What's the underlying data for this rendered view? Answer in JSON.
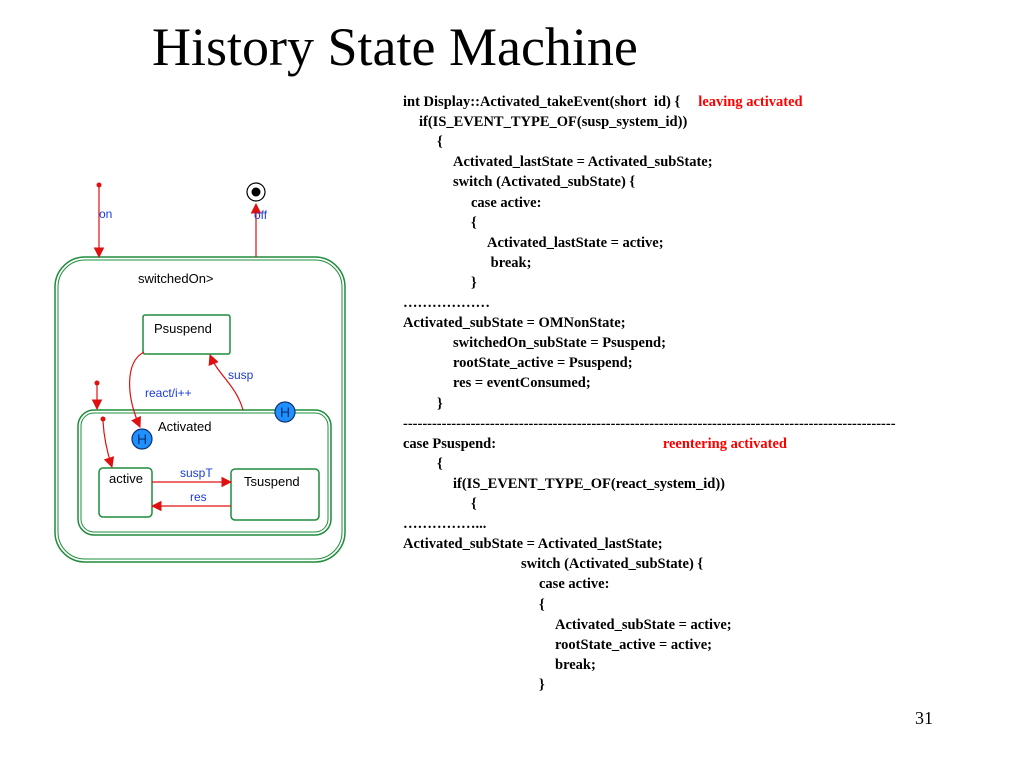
{
  "slide": {
    "title": "History State Machine",
    "page_number": "31"
  },
  "diagram": {
    "colors": {
      "state_border": "#1e8c3c",
      "transition": "#e01010",
      "history_fill": "#1e90ff",
      "label": "#1a3cdc"
    },
    "states": {
      "switchedOn": "switchedOn>",
      "psuspend": "Psuspend",
      "activated": "Activated",
      "active": "active",
      "tsuspend": "Tsuspend"
    },
    "history_label": "H",
    "transitions": {
      "on": "on",
      "off": "off",
      "react": "react/i++",
      "susp": "susp",
      "suspT": "suspT",
      "res": "res"
    }
  },
  "code": {
    "lines": [
      {
        "indent": 0,
        "text": "int Display::Activated_takeEvent(short  id) {",
        "note": "     leaving activated"
      },
      {
        "indent": 16,
        "text": "if(IS_EVENT_TYPE_OF(susp_system_id))"
      },
      {
        "indent": 34,
        "text": "{"
      },
      {
        "indent": 50,
        "text": "Activated_lastState = Activated_subState;"
      },
      {
        "indent": 50,
        "text": "switch (Activated_subState) {"
      },
      {
        "indent": 68,
        "text": "case active:"
      },
      {
        "indent": 68,
        "text": "{"
      },
      {
        "indent": 84,
        "text": "Activated_lastState = active;"
      },
      {
        "indent": 84,
        "text": " break;"
      },
      {
        "indent": 68,
        "text": "}"
      },
      {
        "indent": 0,
        "text": "………………"
      },
      {
        "indent": 0,
        "text": "Activated_subState = OMNonState;"
      },
      {
        "indent": 50,
        "text": "switchedOn_subState = Psuspend;"
      },
      {
        "indent": 50,
        "text": "rootState_active = Psuspend;"
      },
      {
        "indent": 50,
        "text": "res = eventConsumed;"
      },
      {
        "indent": 34,
        "text": "}"
      },
      {
        "indent": 0,
        "text": "------------------------------------------------------------------------------------------------------"
      },
      {
        "indent": 0,
        "text": "case Psuspend:",
        "note": "                                              reentering activated"
      },
      {
        "indent": 34,
        "text": "{"
      },
      {
        "indent": 50,
        "text": "if(IS_EVENT_TYPE_OF(react_system_id))"
      },
      {
        "indent": 68,
        "text": "{"
      },
      {
        "indent": 0,
        "text": "……………..."
      },
      {
        "indent": 0,
        "text": "Activated_subState = Activated_lastState;"
      },
      {
        "indent": 118,
        "text": "switch (Activated_subState) {"
      },
      {
        "indent": 136,
        "text": "case active:"
      },
      {
        "indent": 136,
        "text": "{"
      },
      {
        "indent": 152,
        "text": "Activated_subState = active;"
      },
      {
        "indent": 152,
        "text": "rootState_active = active;"
      },
      {
        "indent": 152,
        "text": "break;"
      },
      {
        "indent": 136,
        "text": "}"
      }
    ]
  }
}
